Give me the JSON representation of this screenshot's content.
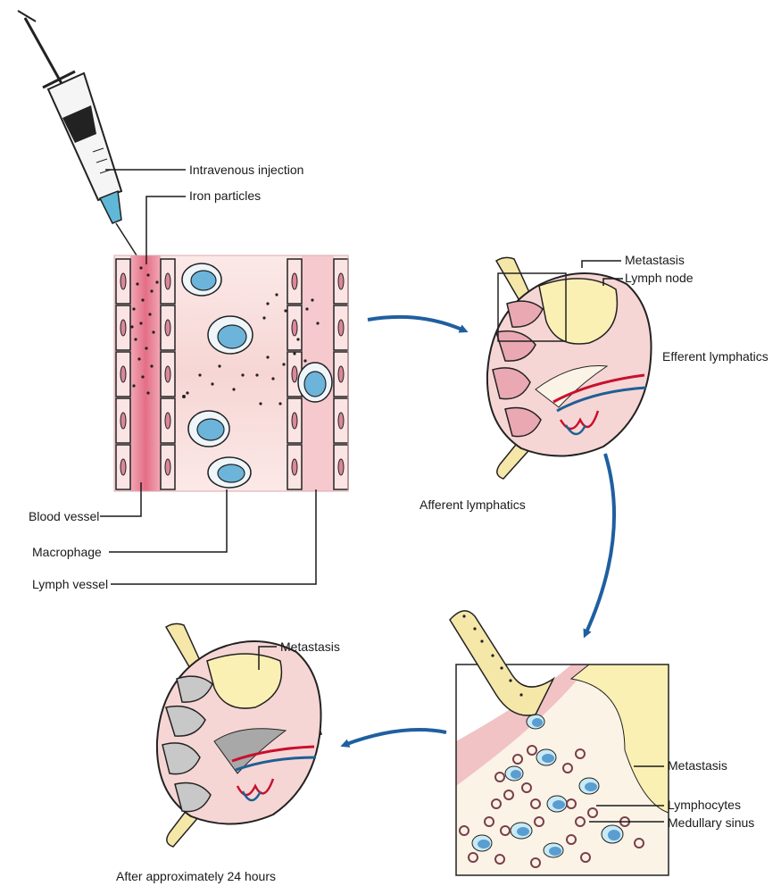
{
  "labels": {
    "intravenous_injection": "Intravenous injection",
    "iron_particles": "Iron particles",
    "blood_vessel": "Blood vessel",
    "macrophage": "Macrophage",
    "lymph_vessel": "Lymph vessel",
    "metastasis_top": "Metastasis",
    "lymph_node": "Lymph node",
    "efferent_lymphatics": "Efferent lymphatics",
    "afferent_lymphatics": "Afferent lymphatics",
    "metastasis_bottom_left": "Metastasis",
    "after_24h": "After approximately 24 hours",
    "metastasis_zoom": "Metastasis",
    "lymphocytes": "Lymphocytes",
    "medullary_sinus": "Medullary sinus"
  },
  "colors": {
    "tissue_pink": "#f6d6d4",
    "blood_red": "#e46e86",
    "macrophage_blue": "#6cb4d9",
    "metastasis_yellow": "#fbf0b4",
    "arrow_blue": "#1f5fa0",
    "grey_node": "#c8c8c8",
    "artery_red": "#c8102e",
    "vein_blue": "#1f5f95"
  }
}
